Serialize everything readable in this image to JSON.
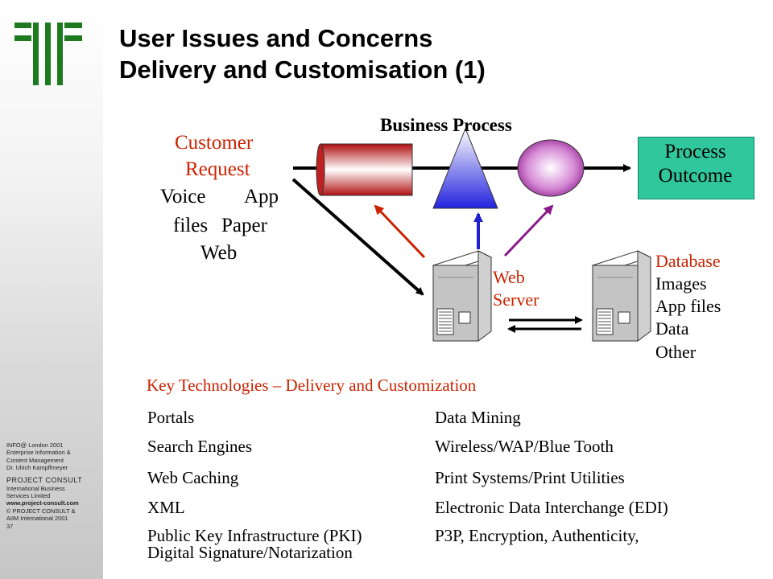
{
  "slide": {
    "title_line1": "User Issues and Concerns",
    "title_line2": "Delivery and Customisation (1)"
  },
  "sidebar": {
    "info_lines": [
      "INFO@ London 2001",
      "Enterprise Information &",
      "Content Management",
      "Dr. Ulrich Kampffmeyer"
    ],
    "company_name": "PROJECT CONSULT",
    "company_lines": [
      "International Business",
      "Services Limited"
    ],
    "url": "www.project-consult.com",
    "copyright_lines": [
      "© PROJECT CONSULT &",
      "AIIM International 2001"
    ],
    "page_number": "37"
  },
  "diagram": {
    "customer_request_line1": "Customer",
    "customer_request_line2": "Request",
    "channels": [
      "Voice",
      "App",
      "files",
      "Paper",
      "Web"
    ],
    "business_process": "Business Process",
    "process_outcome_line1": "Process",
    "process_outcome_line2": "Outcome",
    "web_server_line1": "Web",
    "web_server_line2": "Server",
    "database_items": [
      "Database",
      "Images",
      "App files",
      "Data",
      "Other"
    ],
    "colors": {
      "red_accent": "#cc2200",
      "outcome_box": "#2fc79b",
      "blue_arrow": "#2222cc",
      "purple_arrow": "#8a1a8a"
    }
  },
  "key_technologies": {
    "title": "Key Technologies – Delivery and Customization",
    "left": [
      "Portals",
      "Search Engines",
      "Web Caching",
      "XML",
      "Public Key Infrastructure (PKI)",
      "Digital Signature/Notarization"
    ],
    "right": [
      "Data Mining",
      "Wireless/WAP/Blue Tooth",
      "Print Systems/Print Utilities",
      "Electronic Data Interchange (EDI)",
      "P3P, Encryption, Authenticity,"
    ]
  }
}
